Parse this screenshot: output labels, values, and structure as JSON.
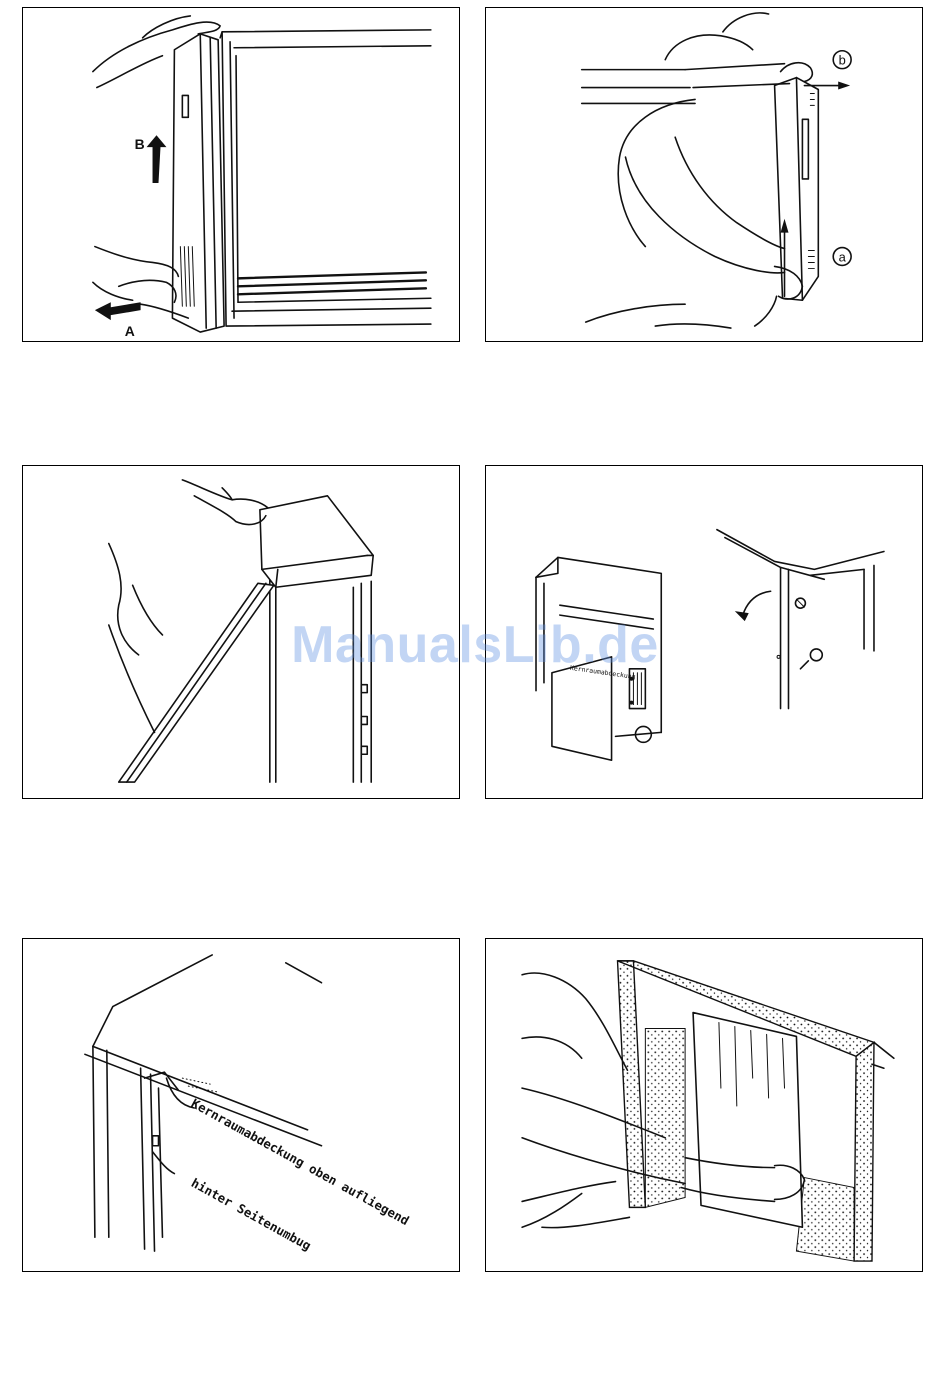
{
  "watermark": "ManualsLib.de",
  "panels": [
    {
      "labels": {
        "arrow_b": "B",
        "arrow_a": "A"
      }
    },
    {
      "labels": {
        "marker_b": "b",
        "marker_a": "a"
      }
    },
    {
      "labels": {}
    },
    {
      "labels": {
        "cover_text": "Kernraumabdeckung"
      }
    },
    {
      "labels": {
        "callout_1": "Kernraumabdeckung oben aufliegend",
        "callout_2": "hinter Seitenumbug"
      }
    },
    {
      "labels": {}
    }
  ]
}
